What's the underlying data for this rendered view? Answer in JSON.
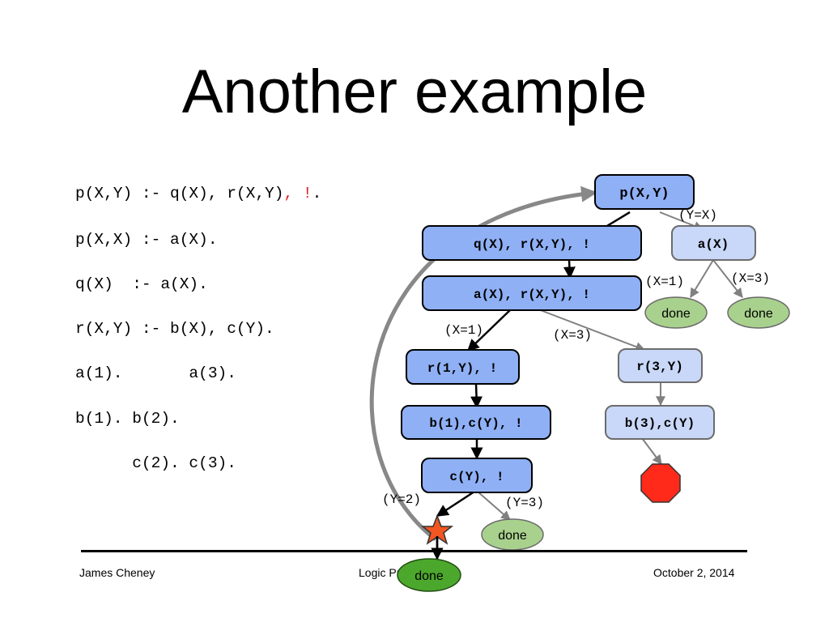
{
  "slide": {
    "title": "Another example"
  },
  "program": {
    "line1_main": "p(X,Y) :- q(X), r(X,Y)",
    "line1_comma": ",",
    "line1_cut": " !",
    "line1_end": ".",
    "line2": "p(X,X) :- a(X).",
    "line3": "q(X)  :- a(X).",
    "line4": "r(X,Y) :- b(X), c(Y).",
    "line5": "a(1).       a(3).",
    "line6": "b(1). b(2).",
    "line7": "      c(2). c(3)."
  },
  "tree": {
    "nodes": {
      "root": "p(X,Y)",
      "q": "q(X), r(X,Y), !",
      "aL": "a(X), r(X,Y), !",
      "aR": "a(X)",
      "r1": "r(1,Y), !",
      "r3": "r(3,Y)",
      "b1": "b(1),c(Y), !",
      "b3": "b(3),c(Y)",
      "cY": "c(Y), !"
    },
    "done_label": "done",
    "edge_labels": {
      "yx": "(Y=X)",
      "x1_right": "(X=1)",
      "x3_right": "(X=3)",
      "x1_left": "(X=1)",
      "x3_mid": "(X=3)",
      "y2": "(Y=2)",
      "y3": "(Y=3)"
    },
    "colors": {
      "active_fill": "#8fb0f5",
      "inactive_fill": "#c9d8f8",
      "done_fill": "#a9d18e",
      "done_active_fill": "#4ca82c",
      "stop_fill": "#ff2a1a",
      "star_fill": "#f05522",
      "arc_color": "#888888"
    }
  },
  "footer": {
    "author": "James Cheney",
    "course": "Logic Programming",
    "date": "October 2, 2014"
  }
}
